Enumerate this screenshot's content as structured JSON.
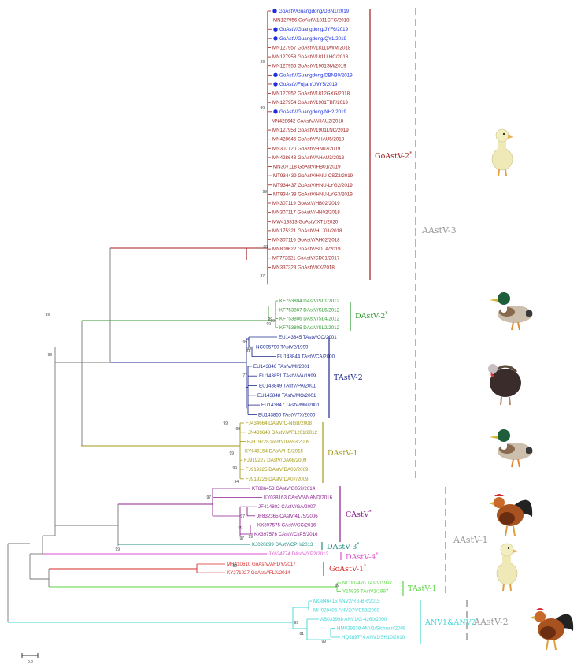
{
  "colors": {
    "goastv2": "#9c1c1c",
    "dastv2": "#2f9a2f",
    "tastv2": "#1e2a8f",
    "dastv1": "#a59a14",
    "castv": "#8c1f8f",
    "dastv3": "#1f8f82",
    "dastv4": "#e04fd3",
    "goastv1": "#d62a2a",
    "tastv1": "#58d640",
    "anv": "#3fd6d6",
    "backbone": "#777777",
    "dot": "#1c2fe0",
    "superclade": "#9a9a9a"
  },
  "clades": {
    "goastv2": {
      "label": "GoAstV-2",
      "mark": "*",
      "leaves": [
        {
          "text": "GoAstV/Guangdong/DBN1/2019",
          "dot": true
        },
        {
          "text": "MN127956 GoAstV/1811CFC/2018"
        },
        {
          "text": "GoAstV/Guangdong/JYF6/2019",
          "dot": true
        },
        {
          "text": "GoAstV/Guangdong/QY1/2019",
          "dot": true
        },
        {
          "text": "MN127957 GoAstV/1811DWM/2018"
        },
        {
          "text": "MN127958 GoAstV/1811LHC/2018"
        },
        {
          "text": "MN127955 GoAstV/1901SM/2019"
        },
        {
          "text": "GoAstV/Guangdong/DBN30/2019",
          "dot": true
        },
        {
          "text": "GoAstV/Fujian/LWY5/2019",
          "dot": true
        },
        {
          "text": "MN127952 GoAstV/1812GXG/2018"
        },
        {
          "text": "MN127954 GoAstV/1901TBF/2019"
        },
        {
          "text": "GoAstV/Guangdong/NH2/2019",
          "dot": true
        },
        {
          "text": "MN428642 GoAstV/AHAU2/2018"
        },
        {
          "text": "MN127953 GoAstV/1901LNC/2019"
        },
        {
          "text": "MN428645 GoAstV/AHAU5/2018"
        },
        {
          "text": "MN307120 GoAstV/HN03/2019"
        },
        {
          "text": "MN428643 GoAstV/AHAU3/2018"
        },
        {
          "text": "MN307118 GoAstV/HB01/2019"
        },
        {
          "text": "MT934439 GoAstV/HNU-CSZ2/2019"
        },
        {
          "text": "MT934437 GoAstV/HNU-LYG2/2019"
        },
        {
          "text": "MT934438 GoAstV/HNU-LYG3/2019"
        },
        {
          "text": "MN307119 GoAstV/HB02/2019"
        },
        {
          "text": "MN307117 GoAstV/HN02/2018"
        },
        {
          "text": "MW413813 GoAstV/XT1/2020"
        },
        {
          "text": "MN175321 GoAstV/HLJ01/2018"
        },
        {
          "text": "MN307116 GoAstV/AH02/2018"
        },
        {
          "text": "MN809622 GoAstV/SDTA/2019"
        },
        {
          "text": "MF772821 GoAstV/SD01/2017"
        },
        {
          "text": "MN337323 GoAstV/XX/2018"
        }
      ]
    },
    "dastv2": {
      "label": "DAstV-2",
      "mark": "*",
      "leaves": [
        {
          "text": "KF753804 DAstV/SL1/2012"
        },
        {
          "text": "KF753807 DAstV/SL5/2012"
        },
        {
          "text": "KF753806 DAstV/SL4/2012"
        },
        {
          "text": "KF753805 DAstV/SL2/2012"
        }
      ]
    },
    "tastv2": {
      "label": "TAstV-2",
      "mark": "",
      "leaves": [
        {
          "text": "EU143845 TAstV/CO/2001"
        },
        {
          "text": "NC005790 TAstV2/1999"
        },
        {
          "text": "EU143844 TAstV/CA/2000"
        },
        {
          "text": "EU143846 TAstV/MI/2001"
        },
        {
          "text": "EU143851 TAstV/VA/1999"
        },
        {
          "text": "EU143849 TAstV/PA/2001"
        },
        {
          "text": "EU143848 TAstV/MO/2001"
        },
        {
          "text": "EU143847 TAstV/MN/2001"
        },
        {
          "text": "EU143850 TAstV/TX/2000"
        }
      ]
    },
    "dastv1": {
      "label": "DAstV-1",
      "mark": "",
      "leaves": [
        {
          "text": "FJ434664 DAstV/C-NGB/2008"
        },
        {
          "text": "JN439643 DAstV/WF1201/2012"
        },
        {
          "text": "FJ919228 DAstV/DA93/2009"
        },
        {
          "text": "KY646154 DAstV/HB/2015"
        },
        {
          "text": "FJ919227 DAstV/DA08/2009"
        },
        {
          "text": "FJ919225 DAstV/DA06/2009"
        },
        {
          "text": "FJ919226 DAstV/DA07/2009"
        }
      ]
    },
    "castv": {
      "label": "CAstV",
      "mark": "*",
      "leaves": [
        {
          "text": "KT886453 CAstV/G059/2014"
        },
        {
          "text": "KY038163 CAstV/ANAND/2016"
        },
        {
          "text": "JF414802 CAstV/GA/2007"
        },
        {
          "text": "JF832365 CAstV/4175/2006"
        },
        {
          "text": "KX397575 CAstV/CC/2016"
        },
        {
          "text": "KX397576 CAstV/CkP5/2016"
        }
      ]
    },
    "dastv3": {
      "label": "DAstV-3",
      "mark": "*",
      "leaves": [
        {
          "text": "KJ020899 DAstV/CPH/2013"
        }
      ]
    },
    "dastv4": {
      "label": "DAstV-4",
      "mark": "*",
      "leaves": [
        {
          "text": "JX624774 DAstV/YP2/2012"
        }
      ]
    },
    "goastv1": {
      "label": "GoAstV-1",
      "mark": "*",
      "leaves": [
        {
          "text": "MH410610 GoAstV/AHDY/2017"
        },
        {
          "text": "KY271027 GoAstV/FLX/2014"
        }
      ]
    },
    "tastv1": {
      "label": "TAstV-1",
      "mark": "",
      "leaves": [
        {
          "text": "NC002470 TAstV/1997"
        },
        {
          "text": "Y15936 TAstV1/1997"
        }
      ]
    },
    "anv": {
      "label": "ANV1&ANV2",
      "mark": "",
      "leaves": [
        {
          "text": "MG846415 ANV2/RS-BR/2015"
        },
        {
          "text": "MH028405 ANV2/AVE53/2008"
        },
        {
          "text": "AB033998 ANV1/G-4260/2000"
        },
        {
          "text": "HM029238 ANV1/Sichuan/2009"
        },
        {
          "text": "HQ889774 ANV1/SH10/2010"
        }
      ]
    }
  },
  "superclades": {
    "aastv3": "AAstV-3",
    "aastv1": "AAstV-1",
    "aastv2": "AAstV-2"
  },
  "bootstrap": {
    "b1": "99",
    "b2": "99",
    "b3": "99",
    "b4": "99",
    "b5": "99",
    "b6": "99",
    "b7": "99",
    "b8": "99",
    "b9": "99",
    "b10": "97",
    "b11": "99",
    "b12": "97",
    "b13": "87",
    "b14": "99",
    "b15": "99",
    "b16": "99",
    "b17": "91",
    "b18": "99",
    "b19": "81",
    "b20": "99",
    "b21": "99",
    "b22": "99",
    "b23": "77",
    "b24": "99",
    "b25": "99",
    "b26": "99",
    "b27": "94",
    "b28": "97",
    "b29": "99",
    "b30": "99"
  },
  "scale_bar": {
    "label": "0.2"
  },
  "icons": [
    "gosling-icon",
    "mallard-duck-icon",
    "turkey-icon",
    "mallard-duck-icon",
    "rooster-icon",
    "gosling-icon",
    "rooster-icon"
  ]
}
